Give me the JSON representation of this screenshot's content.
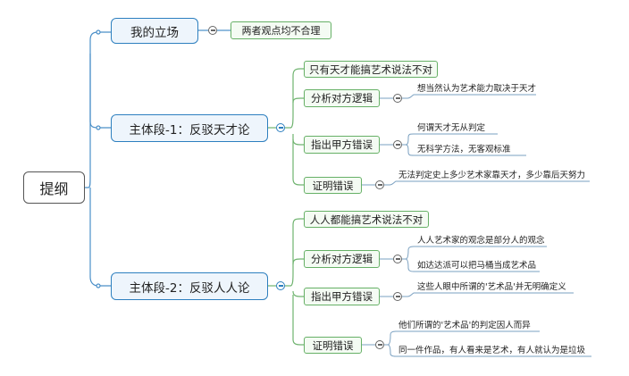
{
  "mindmap": {
    "root": "提纲",
    "position": {
      "title": "我的立场",
      "note": "两者观点均不合理"
    },
    "paragraph1": {
      "title": "主体段-1：反驳天才论",
      "sub1": "只有天才能搞艺术说法不对",
      "sub2": "分析对方逻辑",
      "sub2_leaf": "想当然认为艺术能力取决于天才",
      "sub3": "指出甲方错误",
      "sub3_leaf1": "何谓天才无从判定",
      "sub3_leaf2": "无科学方法，无客观标准",
      "sub4": "证明错误",
      "sub4_leaf": "无法判定史上多少艺术家靠天才，多少靠后天努力"
    },
    "paragraph2": {
      "title": "主体段-2：反驳人人论",
      "sub1": "人人都能搞艺术说法不对",
      "sub2": "分析对方逻辑",
      "sub2_leaf1": "人人艺术家的观念是部分人的观念",
      "sub2_leaf2": "如达达派可以把马桶当成艺术品",
      "sub3": "指出甲方错误",
      "sub3_leaf": "这些人眼中所谓的'艺术品'并无明确定义",
      "sub4": "证明错误",
      "sub4_leaf1": "他们所谓的'艺术品'的判定因人而异",
      "sub4_leaf2": "同一件作品，有人看来是艺术，有人就认为是垃圾"
    }
  }
}
